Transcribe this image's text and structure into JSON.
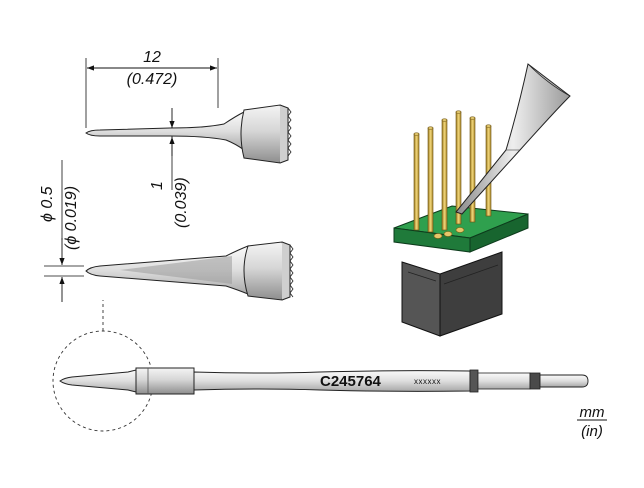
{
  "drawing": {
    "length_mm": "12",
    "length_in": "(0.472)",
    "offset_mm": "1",
    "offset_in": "(0.039)",
    "tip_diameter_mm": "ϕ 0.5",
    "tip_diameter_in": "(ϕ 0.019)",
    "part_number": "C245764",
    "serial_mark": "xxxxxx",
    "unit_primary": "mm",
    "unit_secondary": "(in)"
  },
  "colors": {
    "outline": "#222222",
    "metal_light": "#e8e8e8",
    "metal_mid": "#b9b9b9",
    "metal_dark": "#7d7d7d",
    "pcb_green": "#1f7a3a",
    "pin_gold": "#d4b24c",
    "housing_dark": "#3e3e3e"
  }
}
